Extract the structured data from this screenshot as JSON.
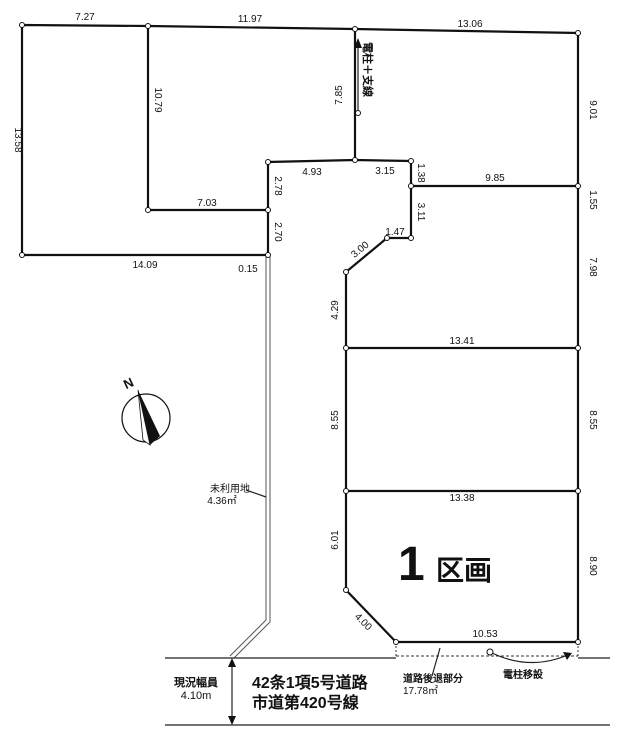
{
  "dimensions": [
    "7.27",
    "11.97",
    "13.06",
    "13.58",
    "10.79",
    "7.03",
    "14.09",
    "0.15",
    "2.78",
    "2.70",
    "4.93",
    "3.15",
    "7.85",
    "1.38",
    "3.11",
    "1.47",
    "3.00",
    "9.01",
    "9.85",
    "1.55",
    "7.98",
    "4.29",
    "13.41",
    "8.55",
    "8.55",
    "13.38",
    "6.01",
    "8.90",
    "4.00",
    "10.53"
  ],
  "pole_note": "電柱＋支線",
  "north": "N",
  "unused_land": {
    "label": "未利用地",
    "area": "4.36㎡"
  },
  "lot": {
    "number": "1",
    "suffix": "区画"
  },
  "road": {
    "line1": "42条1項5号道路",
    "line2": "市道第420号線"
  },
  "width": {
    "label": "現況幅員",
    "value": "4.10m"
  },
  "setback": {
    "label": "道路後退部分",
    "area": "17.78㎡"
  },
  "pole_relocation": "電柱移設"
}
